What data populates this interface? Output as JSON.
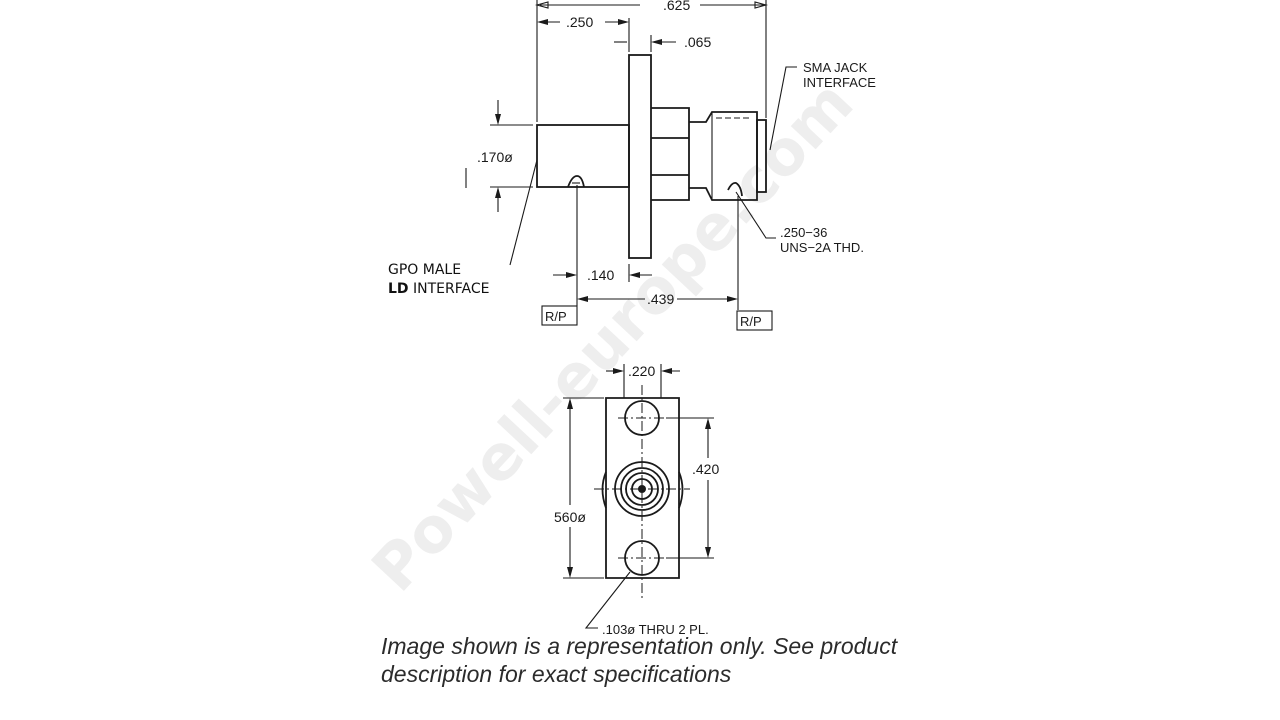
{
  "watermark": "Powell-europe.com",
  "side_view": {
    "dim_overall": ".625",
    "dim_body": ".250",
    "dim_flange": ".065",
    "dim_dia": ".170ø",
    "dim_rp_gpo": ".140",
    "dim_rp_span": ".439",
    "rp_label_left": "R/P",
    "rp_label_right": "R/P",
    "sma_line1": "SMA JACK",
    "sma_line2": "INTERFACE",
    "thread_line1": ".250−36",
    "thread_line2": "UNS−2A  THD.",
    "gpo_line1": "GPO MALE",
    "gpo_bold": "LD",
    "gpo_rest": " INTERFACE"
  },
  "front_view": {
    "dim_width": ".220",
    "dim_hole_spacing": ".420",
    "dim_length": "560ø",
    "dim_holes": ".103ø  THRU  2  PL."
  },
  "caption": "Image shown is a representation only. See product description for exact specifications"
}
